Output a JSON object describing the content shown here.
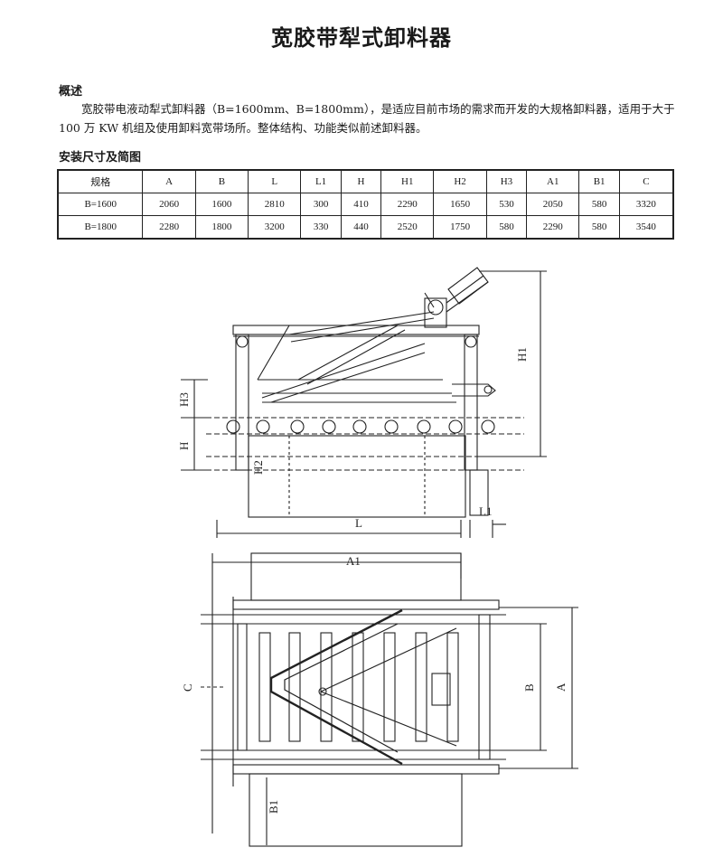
{
  "title": "宽胶带犁式卸料器",
  "overview": {
    "heading": "概述",
    "text": "宽胶带电液动犁式卸料器（B=1600mm、B=1800mm），是适应目前市场的需求而开发的大规格卸料器，适用于大于 100 万 KW 机组及使用卸料宽带场所。整体结构、功能类似前述卸料器。"
  },
  "dimensions": {
    "heading": "安装尺寸及简图",
    "headers": [
      "规格",
      "A",
      "B",
      "L",
      "L1",
      "H",
      "H1",
      "H2",
      "H3",
      "A1",
      "B1",
      "C"
    ],
    "rows": [
      [
        "B=1600",
        "2060",
        "1600",
        "2810",
        "300",
        "410",
        "2290",
        "1650",
        "530",
        "2050",
        "580",
        "3320"
      ],
      [
        "B=1800",
        "2280",
        "1800",
        "3200",
        "330",
        "440",
        "2520",
        "1750",
        "580",
        "2290",
        "580",
        "3540"
      ]
    ]
  },
  "drawing_labels": {
    "H1": "H1",
    "H3": "H3",
    "H": "H",
    "H2": "H2",
    "L": "L",
    "L1": "L1",
    "A1": "A1",
    "B": "B",
    "A": "A",
    "C": "C",
    "B1": "B1"
  }
}
